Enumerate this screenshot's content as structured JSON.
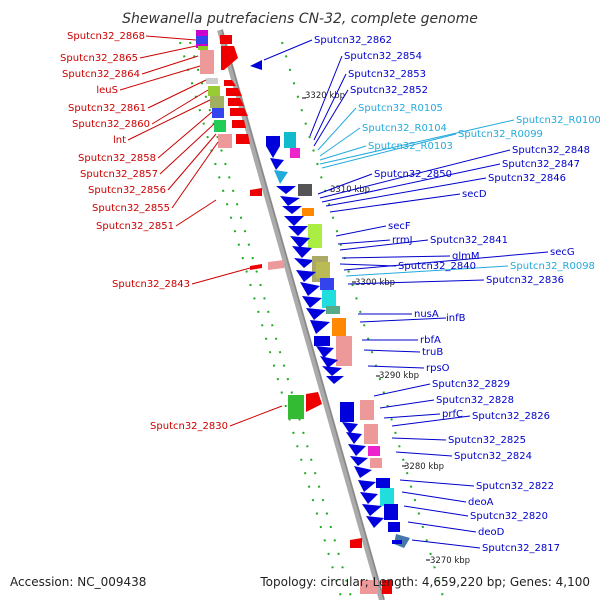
{
  "title": "Shewanella putrefaciens CN-32, complete genome",
  "footer": {
    "accession": "Accession: NC_009438",
    "summary": "Topology: circular; Length: 4,659,220 bp; Genes: 4,100"
  },
  "colors": {
    "forward": "#ee0000",
    "reverse": "#0000dd",
    "rna": "#33bbdd",
    "backbone": "#999999",
    "leader": "#338833"
  },
  "ticks": [
    "3320 kbp",
    "3310 kbp",
    "3300 kbp",
    "3290 kbp",
    "3280 kbp",
    "3270 kbp"
  ],
  "left_labels": [
    "Sputcn32_2868",
    "Sputcn32_2865",
    "Sputcn32_2864",
    "leuS",
    "Sputcn32_2861",
    "Sputcn32_2860",
    "lnt",
    "Sputcn32_2858",
    "Sputcn32_2857",
    "Sputcn32_2856",
    "Sputcn32_2855",
    "Sputcn32_2851",
    "Sputcn32_2843",
    "Sputcn32_2830"
  ],
  "right_labels": [
    {
      "text": "Sputcn32_2862",
      "kind": "gene"
    },
    {
      "text": "Sputcn32_2854",
      "kind": "gene"
    },
    {
      "text": "Sputcn32_2853",
      "kind": "gene"
    },
    {
      "text": "Sputcn32_2852",
      "kind": "gene"
    },
    {
      "text": "Sputcn32_R0105",
      "kind": "rna"
    },
    {
      "text": "Sputcn32_R0104",
      "kind": "rna"
    },
    {
      "text": "Sputcn32_R0103",
      "kind": "rna"
    },
    {
      "text": "Sputcn32_R0100",
      "kind": "rna"
    },
    {
      "text": "Sputcn32_R0099",
      "kind": "rna"
    },
    {
      "text": "Sputcn32_2848",
      "kind": "gene"
    },
    {
      "text": "Sputcn32_2847",
      "kind": "gene"
    },
    {
      "text": "Sputcn32_2850",
      "kind": "gene"
    },
    {
      "text": "Sputcn32_2846",
      "kind": "gene"
    },
    {
      "text": "secD",
      "kind": "gene"
    },
    {
      "text": "secF",
      "kind": "gene"
    },
    {
      "text": "rrmJ",
      "kind": "gene"
    },
    {
      "text": "Sputcn32_2841",
      "kind": "gene"
    },
    {
      "text": "glmM",
      "kind": "gene"
    },
    {
      "text": "secG",
      "kind": "gene"
    },
    {
      "text": "Sputcn32_2840",
      "kind": "gene"
    },
    {
      "text": "Sputcn32_R0098",
      "kind": "rna"
    },
    {
      "text": "Sputcn32_2836",
      "kind": "gene"
    },
    {
      "text": "nusA",
      "kind": "gene"
    },
    {
      "text": "infB",
      "kind": "gene"
    },
    {
      "text": "rbfA",
      "kind": "gene"
    },
    {
      "text": "truB",
      "kind": "gene"
    },
    {
      "text": "rpsO",
      "kind": "gene"
    },
    {
      "text": "Sputcn32_2829",
      "kind": "gene"
    },
    {
      "text": "Sputcn32_2828",
      "kind": "gene"
    },
    {
      "text": "prfC",
      "kind": "gene"
    },
    {
      "text": "Sputcn32_2826",
      "kind": "gene"
    },
    {
      "text": "Sputcn32_2825",
      "kind": "gene"
    },
    {
      "text": "Sputcn32_2824",
      "kind": "gene"
    },
    {
      "text": "Sputcn32_2822",
      "kind": "gene"
    },
    {
      "text": "deoA",
      "kind": "gene"
    },
    {
      "text": "Sputcn32_2820",
      "kind": "gene"
    },
    {
      "text": "deoD",
      "kind": "gene"
    },
    {
      "text": "Sputcn32_2817",
      "kind": "gene"
    }
  ]
}
